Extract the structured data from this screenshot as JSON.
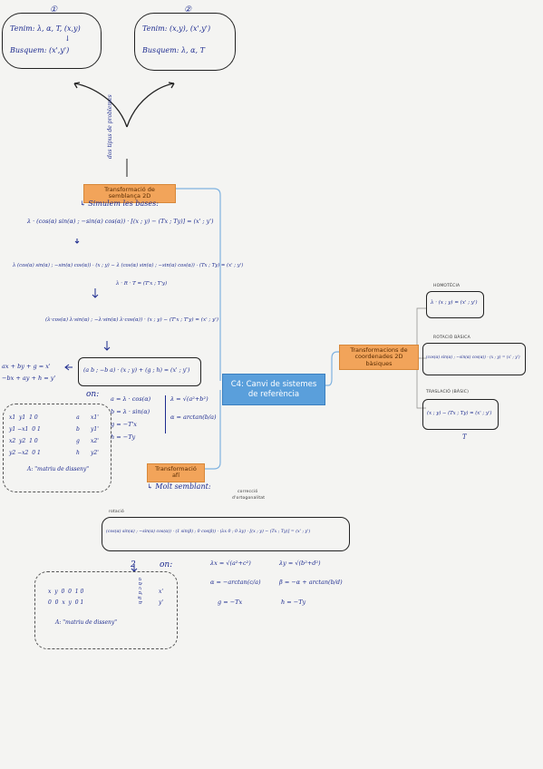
{
  "bubble_left": {
    "marker": "①",
    "line1": "Tenim: λ, α, T, (x,y)",
    "arrow": "↓",
    "line2": "Busquem: (x',y')"
  },
  "bubble_right": {
    "marker": "②",
    "line1": "Tenim: (x,y), (x',y')",
    "line2": "Busquem: λ, α, T"
  },
  "two_types": "dos tipus de problemes",
  "node_similarity": "Transformació de semblança 2D",
  "simplify_title": "↳ Simulem les bases:",
  "eq1": "λ · (cos(α) sin(α) ; −sin(α) cos(α)) · [(x ; y) − (Tx ; Ty)] = (x' ; y')",
  "eq2": "λ (cos(α) sin(α) ; −sin(α) cos(α)) · (x ; y) − λ (cos(α) sin(α) ; −sin(α) cos(α)) · (Tx ; Ty) = (x' ; y')",
  "eq2_sub": "λ · R · T = (T'x ; T'y)",
  "eq3": "(λ·cos(α) λ·sin(α) ; −λ·sin(α) λ·cos(α)) · (x ; y) − (T'x ; T'y) = (x' ; y')",
  "eq4": "(a b ; −b a) · (x ; y) + (g ; h) = (x' ; y')",
  "sys1": "ax + by + g = x'",
  "sys2": "−bx + ay + h = y'",
  "on_label": "on:",
  "defs_left": [
    "a = λ · cos(α)",
    "b = λ · sin(α)",
    "g = −T'x",
    "h = −Ty"
  ],
  "defs_right": [
    "λ = √(a²+b²)",
    "α = arctan(b/a)"
  ],
  "design_matrix_rows": [
    [
      "x1",
      "y1",
      "1",
      "0"
    ],
    [
      "y1",
      "−x1",
      "0",
      "1"
    ],
    [
      "x2",
      "y2",
      "1",
      "0"
    ],
    [
      "y2",
      "−x2",
      "0",
      "1"
    ]
  ],
  "design_unknowns": [
    "a",
    "b",
    "g",
    "h"
  ],
  "design_obs": [
    "x1'",
    "y1'",
    "x2'",
    "y2'"
  ],
  "design_label": "A: \"matriu de disseny\"",
  "central_node": "C4: Canvi de sistemes de referència",
  "node_affine": "Transformació afí",
  "affine_title": "↳ Molt semblant:",
  "small_correction": "correcció",
  "small_nonortho": "d'ortogonalitat",
  "small_rotation": "rotació",
  "affine_eq": "(cos(α) sin(α) ; −sin(α) cos(α)) · (1 sin(β) ; 0 cos(β)) · (λx 0 ; 0 λy) · [(x ; y) − (Tx ; Ty)] = (x' ; y')",
  "affine_on": "on:",
  "affine_defs": [
    "λx = √(a²+c²)",
    "λy = √(b²+d²)",
    "α = −arctan(c/a)",
    "β = −α + arctan(b/d)",
    "g = −Tx",
    "h = −Ty"
  ],
  "affine_matrix_rows": [
    [
      "x",
      "y",
      "0",
      "0",
      "1",
      "0"
    ],
    [
      "0",
      "0",
      "x",
      "y",
      "0",
      "1"
    ]
  ],
  "affine_unknowns": "a b c d g h",
  "affine_obs": [
    "x'",
    "y'"
  ],
  "affine_marker": "2",
  "affine_label": "A: \"matriu de disseny\"",
  "node_coords": "Transformacions de coordenades 2D bàsiques",
  "basic_scale_label": "HOMOTÈCIA",
  "basic_scale": "λ · (x ; y) = (x' ; y')",
  "basic_rot_label": "ROTACIÓ BÀSICA",
  "basic_rot": "(cos(α) sin(α) ; −sin(α) cos(α)) · (x ; y) = (x' ; y')",
  "basic_trans_label": "TRASLACIÓ (BÀSIC)",
  "basic_trans": "(x ; y) − (Tx ; Ty) = (x' ; y')",
  "basic_trans_mark": "T",
  "colors": {
    "ink": "#1d2b8f",
    "orange": "#f2a45a",
    "blue": "#5a9fdb",
    "line": "#7fb2e0"
  }
}
